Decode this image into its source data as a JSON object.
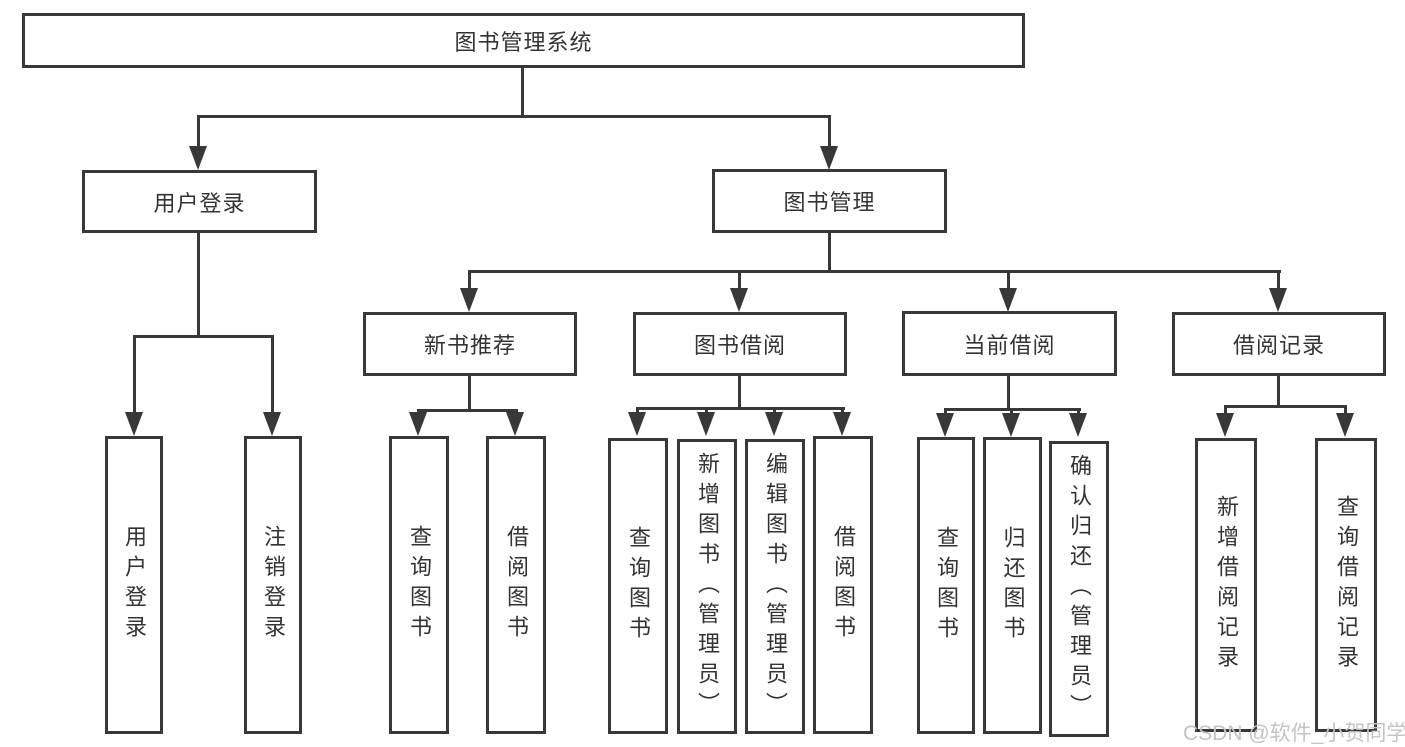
{
  "diagram": {
    "root": {
      "label": "图书管理系统"
    },
    "branches": [
      {
        "label": "用户登录",
        "children": [
          {
            "label": "用户登录"
          },
          {
            "label": "注销登录"
          }
        ]
      },
      {
        "label": "图书管理",
        "children": [
          {
            "label": "新书推荐",
            "children": [
              {
                "label": "查询图书"
              },
              {
                "label": "借阅图书"
              }
            ]
          },
          {
            "label": "图书借阅",
            "children": [
              {
                "label": "查询图书"
              },
              {
                "label": "新增图书（管理员）"
              },
              {
                "label": "编辑图书（管理员）"
              },
              {
                "label": "借阅图书"
              }
            ]
          },
          {
            "label": "当前借阅",
            "children": [
              {
                "label": "查询图书"
              },
              {
                "label": "归还图书"
              },
              {
                "label": "确认归还（管理员）"
              }
            ]
          },
          {
            "label": "借阅记录",
            "children": [
              {
                "label": "新增借阅记录"
              },
              {
                "label": "查询借阅记录"
              }
            ]
          }
        ]
      }
    ]
  },
  "watermark": {
    "text": "CSDN @软件_小贺同学"
  },
  "colors": {
    "line": "#383838",
    "text": "#333333",
    "background": "#ffffff",
    "watermark": "#c4c4c4"
  }
}
